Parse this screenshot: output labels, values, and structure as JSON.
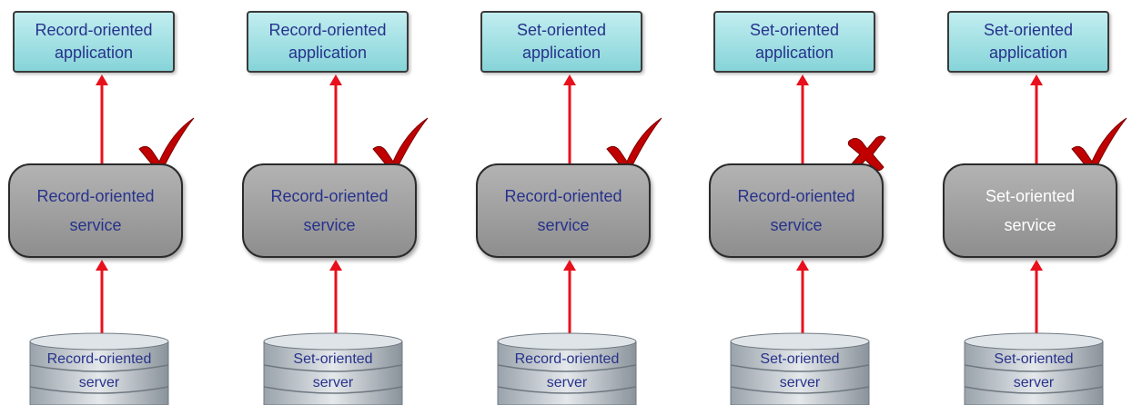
{
  "columns": [
    {
      "app": [
        "Record-oriented",
        "application"
      ],
      "service": [
        "Record-oriented",
        "service"
      ],
      "server": [
        "Record-oriented",
        "server"
      ],
      "mark": "check-icon",
      "service_text_color": "#27328c"
    },
    {
      "app": [
        "Record-oriented",
        "application"
      ],
      "service": [
        "Record-oriented",
        "service"
      ],
      "server": [
        "Set-oriented",
        "server"
      ],
      "mark": "check-icon",
      "service_text_color": "#27328c"
    },
    {
      "app": [
        "Set-oriented",
        "application"
      ],
      "service": [
        "Record-oriented",
        "service"
      ],
      "server": [
        "Record-oriented",
        "server"
      ],
      "mark": "check-icon",
      "service_text_color": "#27328c"
    },
    {
      "app": [
        "Set-oriented",
        "application"
      ],
      "service": [
        "Record-oriented",
        "service"
      ],
      "server": [
        "Set-oriented",
        "server"
      ],
      "mark": "cross-icon",
      "service_text_color": "#27328c"
    },
    {
      "app": [
        "Set-oriented",
        "application"
      ],
      "service": [
        "Set-oriented",
        "service"
      ],
      "server": [
        "Set-oriented",
        "server"
      ],
      "mark": "check-icon",
      "service_text_color": "#ffffff"
    }
  ],
  "colors": {
    "arrow": "#e8101c",
    "mark": "#c00000",
    "app_fill": "#9fdfe3",
    "service_fill": "#a0a0a0",
    "label_text": "#27328c"
  }
}
